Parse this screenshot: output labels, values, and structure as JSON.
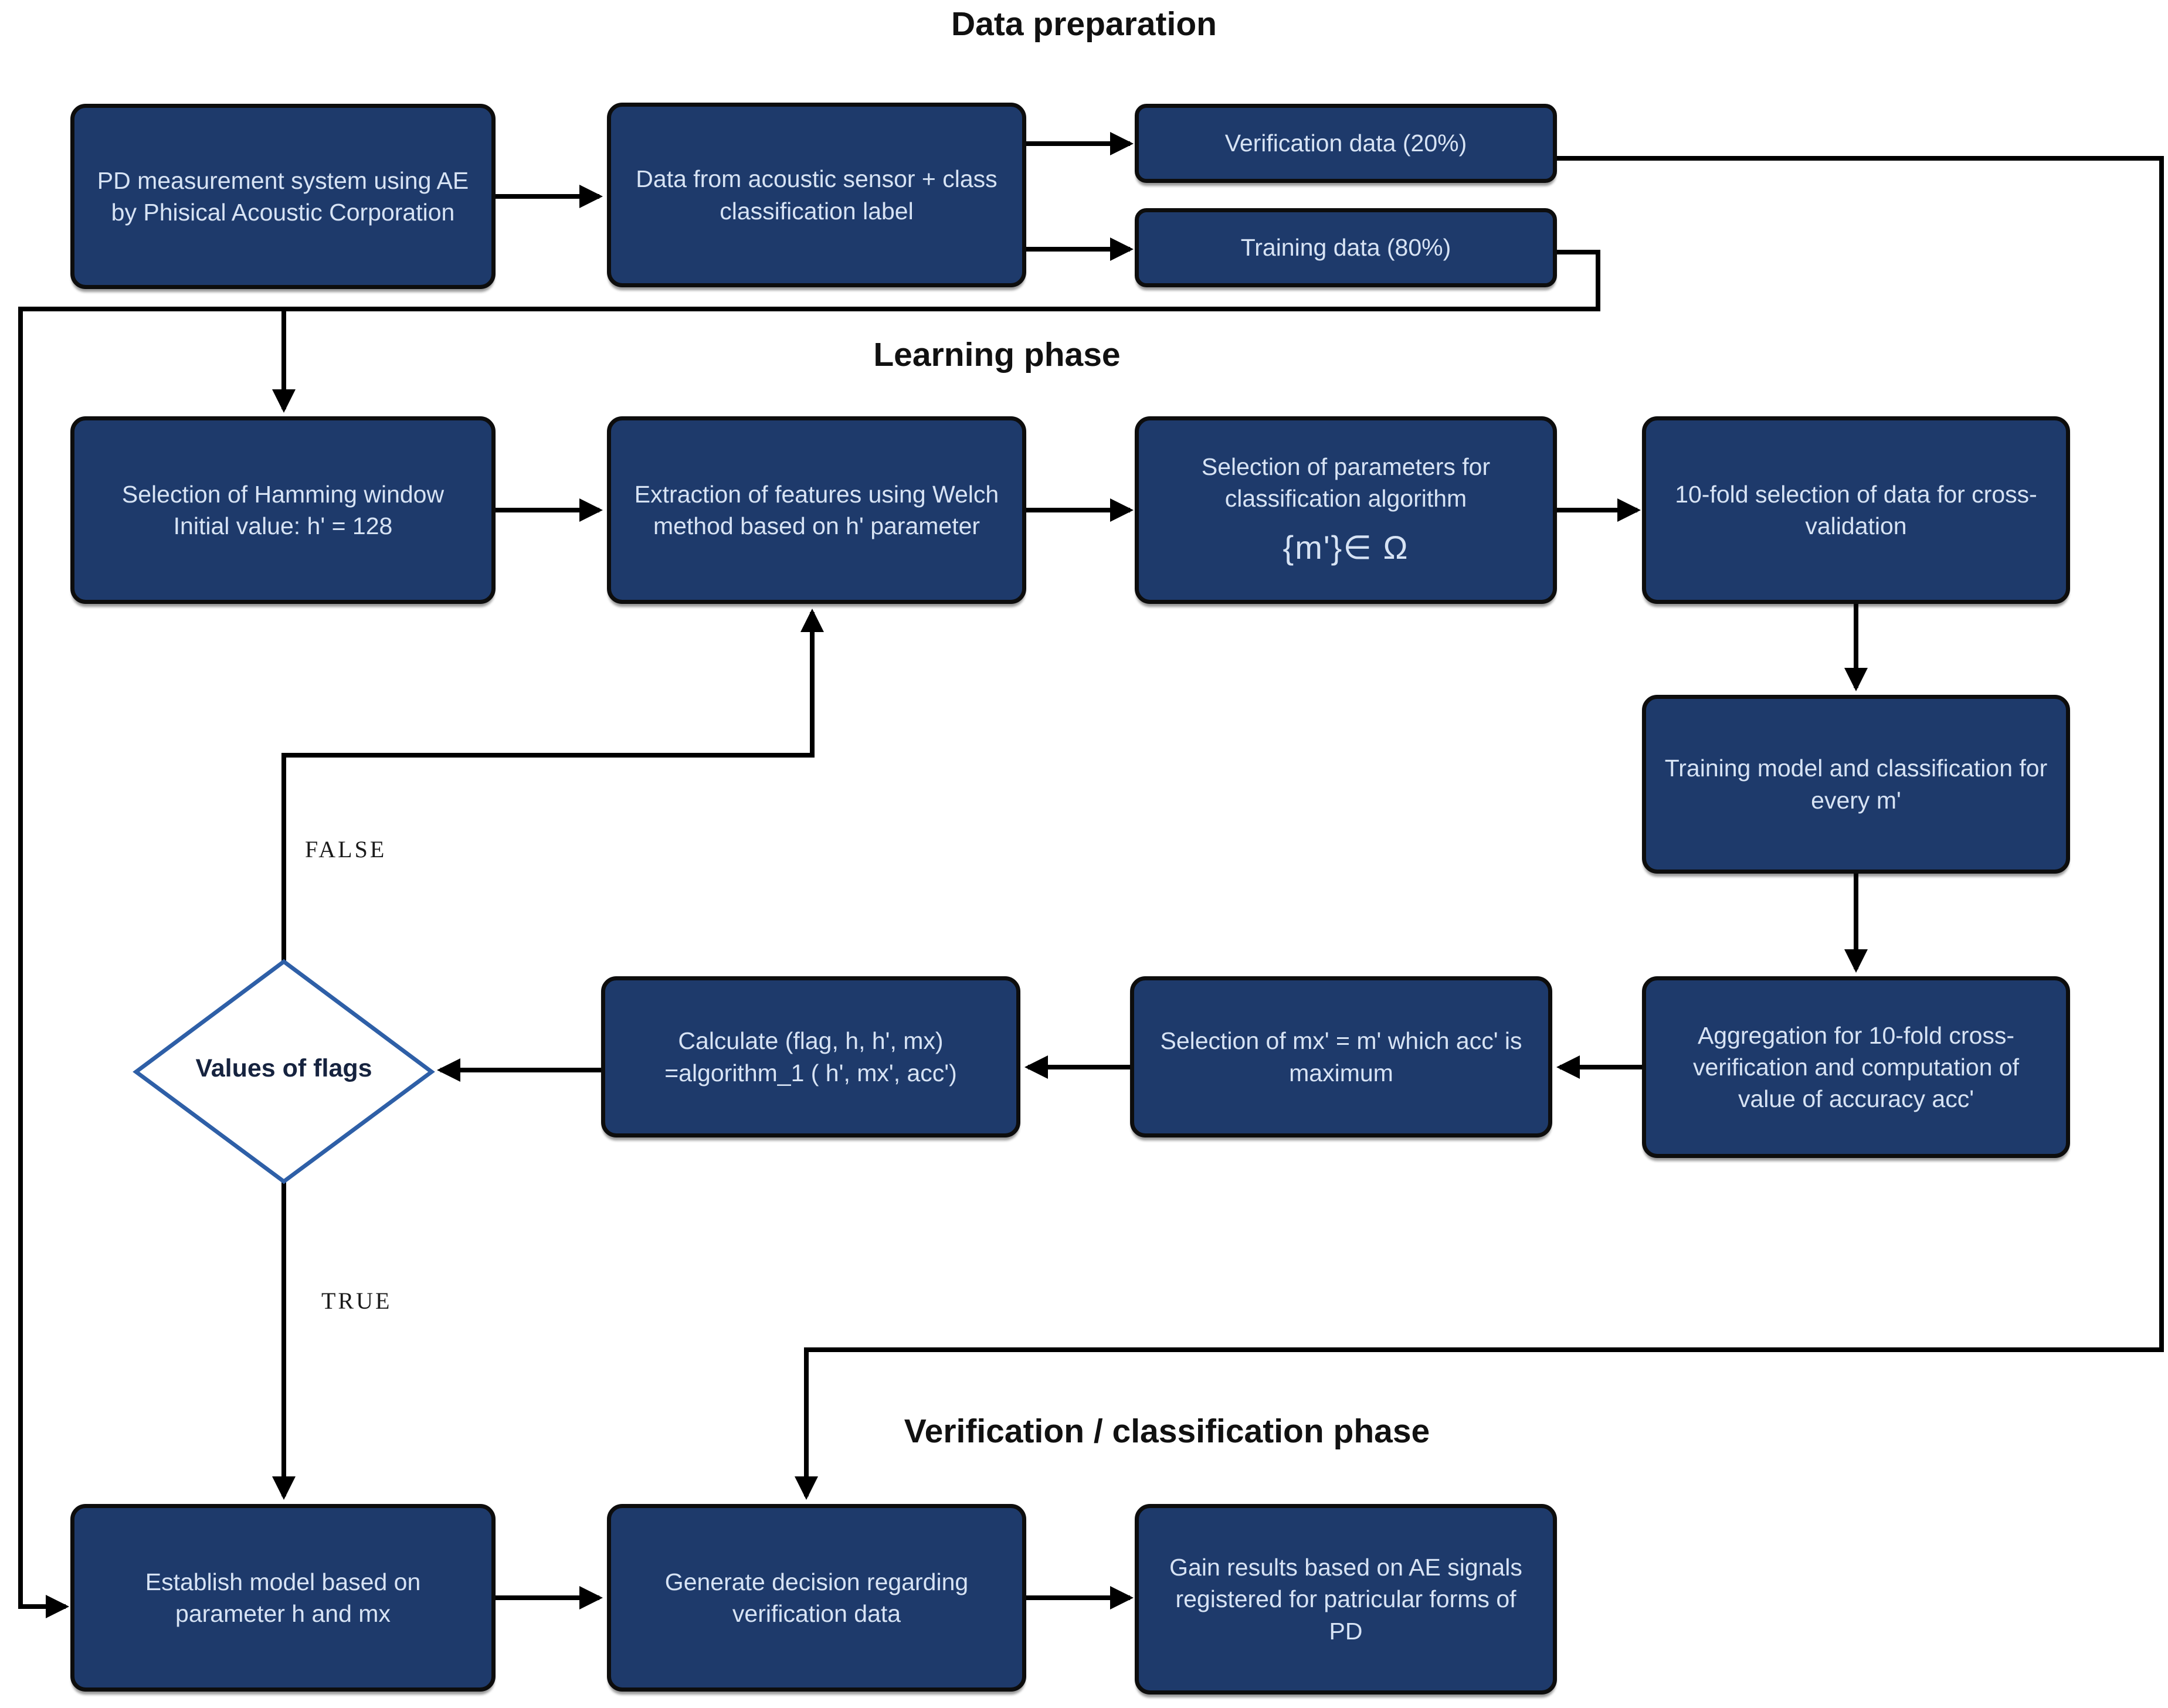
{
  "diagram": {
    "titles": {
      "data_preparation": "Data preparation",
      "learning_phase": "Learning phase",
      "verification_phase": "Verification / classification phase"
    },
    "branch_labels": {
      "false_label": "FALSE",
      "true_label": "TRUE"
    },
    "nodes": {
      "pd_system": {
        "label": "PD measurement system using AE by Phisical Acoustic Corporation"
      },
      "acoustic_data": {
        "label": "Data from acoustic sensor + class classification label"
      },
      "verification_data": {
        "label": "Verification data (20%)"
      },
      "training_data": {
        "label": "Training data (80%)"
      },
      "hamming": {
        "label": "Selection of Hamming window",
        "label2": "Initial value: h' = 128"
      },
      "extraction": {
        "label": "Extraction of features using Welch method based on h' parameter"
      },
      "sel_params": {
        "label": "Selection of parameters for classification algorithm",
        "formula": "{m'}∈ Ω"
      },
      "tenfold": {
        "label": "10-fold selection of data for cross-validation"
      },
      "training_model": {
        "label": "Training model and classification for every m'"
      },
      "aggregation": {
        "label": "Aggregation for 10-fold cross-verification and computation of value of accuracy acc'"
      },
      "sel_mx": {
        "label": "Selection of mx' = m' which acc' is maximum"
      },
      "calculate": {
        "label": "Calculate (flag, h, h', mx)",
        "label2": "=algorithm_1 ( h', mx', acc')"
      },
      "decision": {
        "label": "Values of flags"
      },
      "establish": {
        "label": "Establish model based on parameter h and mx"
      },
      "generate": {
        "label": "Generate decision regarding verification data"
      },
      "gain": {
        "label": "Gain results based on AE signals registered for patricular forms of PD"
      }
    },
    "colors": {
      "box_fill": "#1e3a6b",
      "box_text": "#d7e3f4",
      "box_border": "#0d0d0d",
      "diamond_fill": "#ffffff",
      "diamond_border": "#2e5fa7",
      "diamond_text": "#16233f",
      "line": "#000000",
      "title_text": "#111111",
      "background": "#ffffff"
    }
  }
}
